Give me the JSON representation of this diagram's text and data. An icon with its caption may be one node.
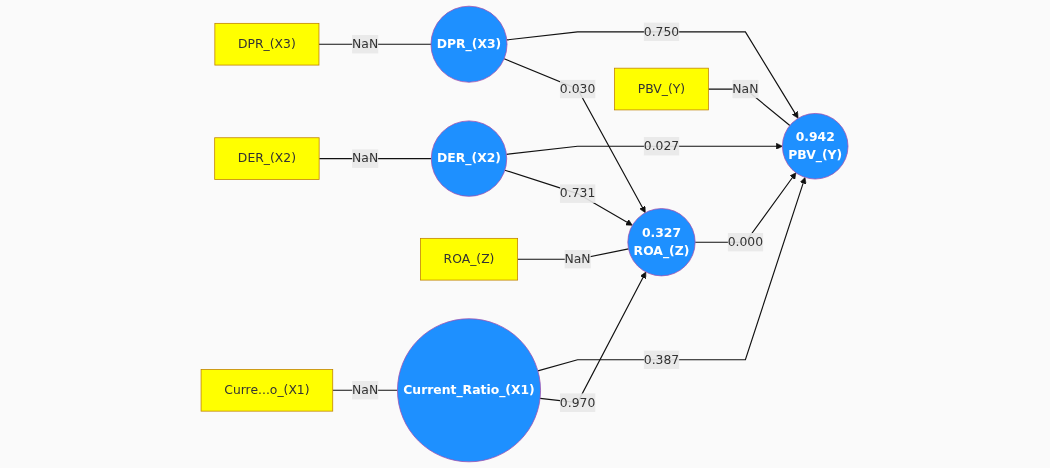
{
  "diagram": {
    "nodes": [
      {
        "text": [
          "Curre...o_(X1)"
        ]
      },
      {
        "text": [
          "Current_Ratio_(X1)"
        ]
      },
      {
        "text": [
          "DER_(X2)"
        ]
      },
      {
        "text": [
          "DER_(X2)"
        ]
      },
      {
        "text": [
          "0.327",
          "ROA_(Z)"
        ]
      },
      {
        "text": [
          "0.942",
          "PBV_(Y)"
        ]
      },
      {
        "text": [
          "PBV_(Y)"
        ]
      },
      {
        "text": [
          "ROA_(Z)"
        ]
      },
      {
        "text": [
          "DPR_(X3)"
        ]
      },
      {
        "text": [
          "DPR_(X3)"
        ]
      }
    ],
    "edges": [
      {
        "from": 0,
        "to": 1,
        "arrow": "none",
        "label": "NaN"
      },
      {
        "from": 2,
        "to": 3,
        "arrow": "none",
        "label": "NaN"
      },
      {
        "from": 8,
        "to": 9,
        "arrow": "none",
        "label": "NaN"
      },
      {
        "from": 7,
        "to": 4,
        "arrow": "none",
        "label": "NaN"
      },
      {
        "from": 6,
        "to": 5,
        "arrow": "none",
        "label": "NaN"
      },
      {
        "from": 1,
        "to": 4,
        "arrow": "to",
        "label": "0.970"
      },
      {
        "from": 1,
        "to": 5,
        "arrow": "to",
        "label": "0.387"
      },
      {
        "from": 3,
        "to": 4,
        "arrow": "to",
        "label": "0.731"
      },
      {
        "from": 3,
        "to": 5,
        "arrow": "to",
        "label": "0.027"
      },
      {
        "from": 4,
        "to": 5,
        "arrow": "to",
        "label": "0.000"
      },
      {
        "from": 9,
        "to": 4,
        "arrow": "to",
        "label": "0.030"
      },
      {
        "from": 9,
        "to": 5,
        "arrow": "to",
        "label": "0.750"
      }
    ]
  }
}
